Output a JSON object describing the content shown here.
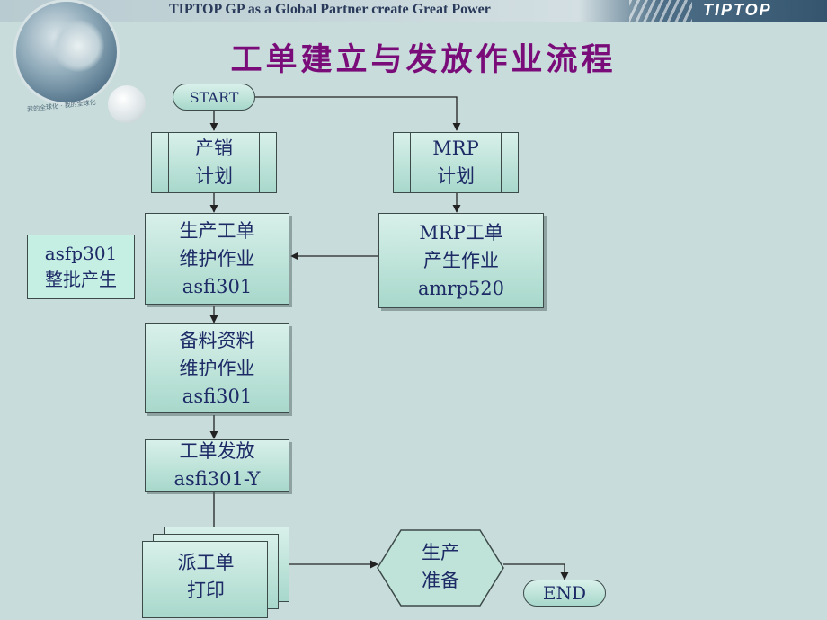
{
  "header": {
    "banner_text": "TIPTOP GP as a Global Partner create Great Power",
    "brand_text": "TIPTOP",
    "slogan": "我的全球化 · 我的全球化"
  },
  "title": "工单建立与发放作业流程",
  "nodes": {
    "start": "START",
    "sales_plan": {
      "line1": "产销",
      "line2": "计划"
    },
    "mrp_plan": {
      "line1": "MRP",
      "line2": "计划"
    },
    "wo_maintain": {
      "line1": "生产工单",
      "line2": "维护作业",
      "line3": "asfi301"
    },
    "mrp_wo": {
      "line1": "MRP工单",
      "line2": "产生作业",
      "line3": "amrp520"
    },
    "batch": {
      "line1": "asfp301",
      "line2": "整批产生"
    },
    "material": {
      "line1": "备料资料",
      "line2": "维护作业",
      "line3": "asfi301"
    },
    "release": {
      "line1": "工单发放",
      "line2": "asfi301-Y"
    },
    "print": {
      "line1": "派工单",
      "line2": "打印"
    },
    "prep": {
      "line1": "生产",
      "line2": "准备"
    },
    "end": "END"
  },
  "colors": {
    "title": "#7a0c7a",
    "box_text": "#1d2a66",
    "box_fill_top": "#d8f0ea",
    "box_fill_bottom": "#a8d8cb",
    "background": "#c9dcdc"
  }
}
